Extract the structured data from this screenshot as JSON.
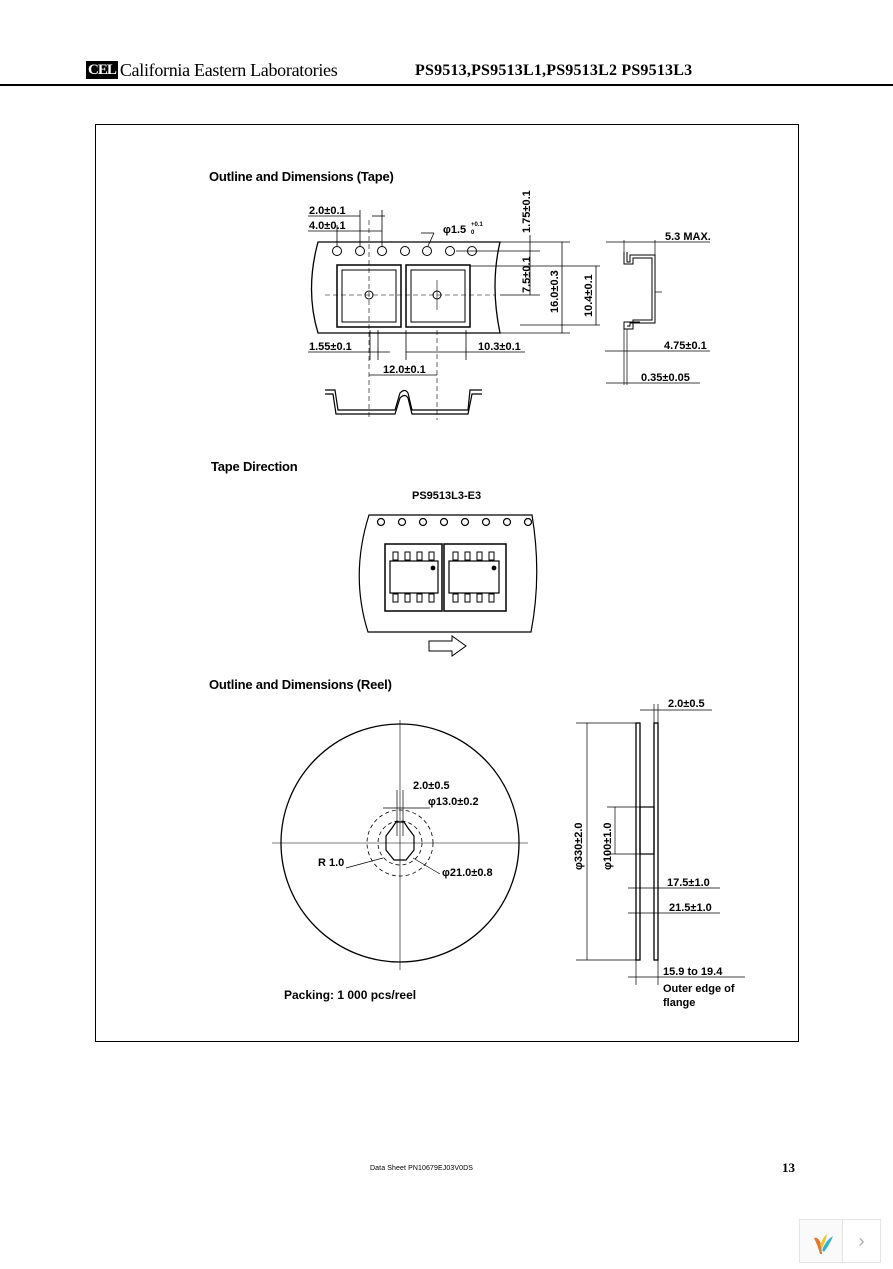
{
  "header": {
    "logo_mark": "CEL",
    "company_name": "California Eastern Laboratories",
    "part_numbers": "PS9513,PS9513L1,PS9513L2 PS9513L3"
  },
  "sections": {
    "tape_title": "Outline and Dimensions (Tape)",
    "direction_title": "Tape Direction",
    "reel_title": "Outline and Dimensions (Reel)"
  },
  "tape_dims": {
    "pitch_hole": "2.0±0.1",
    "sprocket_pitch": "4.0±0.1",
    "hole_dia": "φ1.5",
    "hole_tol": "+0.1",
    "hole_tol2": "0",
    "edge_to_hole": "1.75±0.1",
    "center_offset": "7.5±0.1",
    "tape_width": "16.0±0.3",
    "pocket_width": "10.4±0.1",
    "max_thickness": "5.3 MAX.",
    "pocket_dia": "1.55±0.1",
    "pocket_length": "10.3±0.1",
    "pocket_pitch": "12.0±0.1",
    "pocket_depth": "4.75±0.1",
    "tape_thickness": "0.35±0.05"
  },
  "direction": {
    "part_label": "PS9513L3-E3"
  },
  "reel_dims": {
    "hub_slot": "2.0±0.5",
    "hub_dia": "φ13.0±0.2",
    "radius": "R 1.0",
    "hub_outer": "φ21.0±0.8",
    "flange_thickness": "2.0±0.5",
    "reel_dia": "φ330±2.0",
    "core_dia": "φ100±1.0",
    "width_inner": "17.5±1.0",
    "width_outer": "21.5±1.0",
    "flange_range": "15.9 to 19.4",
    "flange_note_1": "Outer edge of",
    "flange_note_2": "flange"
  },
  "packing": "Packing: 1 000 pcs/reel",
  "footer": {
    "doc_id": "Data Sheet PN10679EJ03V0DS",
    "page": "13"
  },
  "nav": {
    "next_icon": "chevron-right-icon"
  }
}
